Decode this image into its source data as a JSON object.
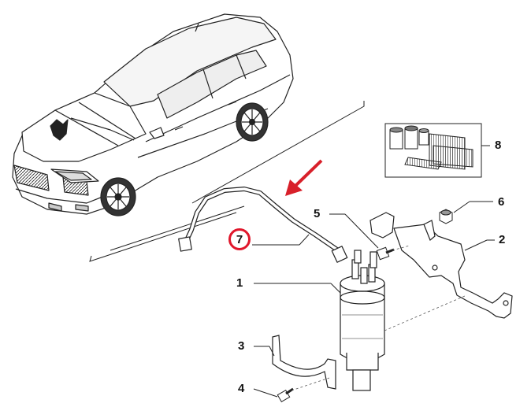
{
  "callouts": {
    "c1": "1",
    "c2": "2",
    "c3": "3",
    "c4": "4",
    "c5": "5",
    "c6": "6",
    "c7": "7",
    "c8": "8"
  },
  "highlighted_part": "7",
  "colors": {
    "line": "#222222",
    "highlight": "#e0162b",
    "arrow": "#d8202a"
  },
  "icons": [
    "car-sedan-illustration",
    "fuel-line-hose",
    "fuel-filter-cartridge",
    "mounting-bracket",
    "bolt",
    "nut",
    "filter-kit-box",
    "red-pointer-arrow"
  ]
}
